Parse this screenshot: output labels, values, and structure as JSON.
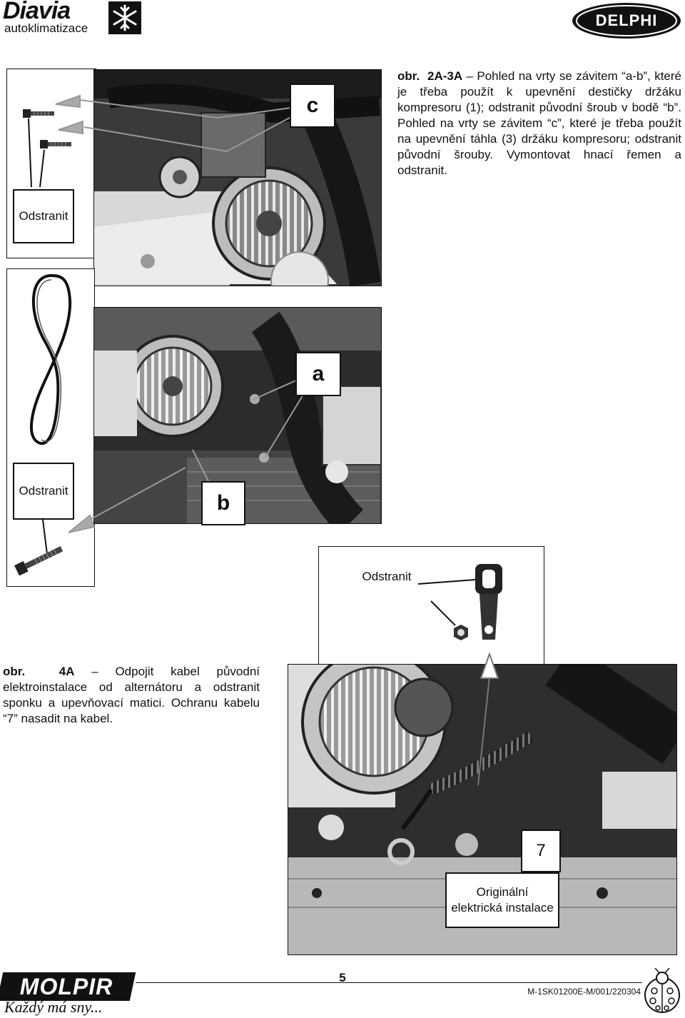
{
  "header": {
    "brand_name": "Diavia",
    "brand_subtitle": "autoklimatizace",
    "partner_logo": "DELPHI"
  },
  "figure_2a": {
    "caption_ref": "obr.",
    "caption_number": "2A-3A",
    "caption_text": "Pohled na vrty se závitem “a-b”, které je třeba použít k upevnění destičky držáku kompresoru (1); odstranit původní šroub v bodě “b”. Pohled na vrty se závitem “c”, které je třeba použít na upevnění táhla (3) držáku kompresoru; odstranit původní šrouby. Vymontovat hnací řemen a odstranit.",
    "callout_c": "c",
    "remove_label": "Odstranit"
  },
  "figure_3a": {
    "callout_a": "a",
    "callout_b": "b",
    "remove_label": "Odstranit"
  },
  "figure_4a": {
    "caption_ref": "obr.",
    "caption_number": "4A",
    "caption_text": "Odpojit kabel původní elektroinstalace od alternátoru a odstranit sponku a upevňovací matici. Ochranu kabelu “7” nasadit na kabel.",
    "remove_label": "Odstranit",
    "callout_7": "7",
    "original_wiring_label": "Originální elektrická instalace"
  },
  "footer": {
    "molpir_logo": "MOLPIR",
    "slogan": "Každý má sny...",
    "page_number": "5",
    "doc_code": "M-1SK01200E-M/001/220304"
  },
  "icons": {
    "snowflake": "snowflake-icon",
    "ladybug": "ladybug-icon"
  }
}
